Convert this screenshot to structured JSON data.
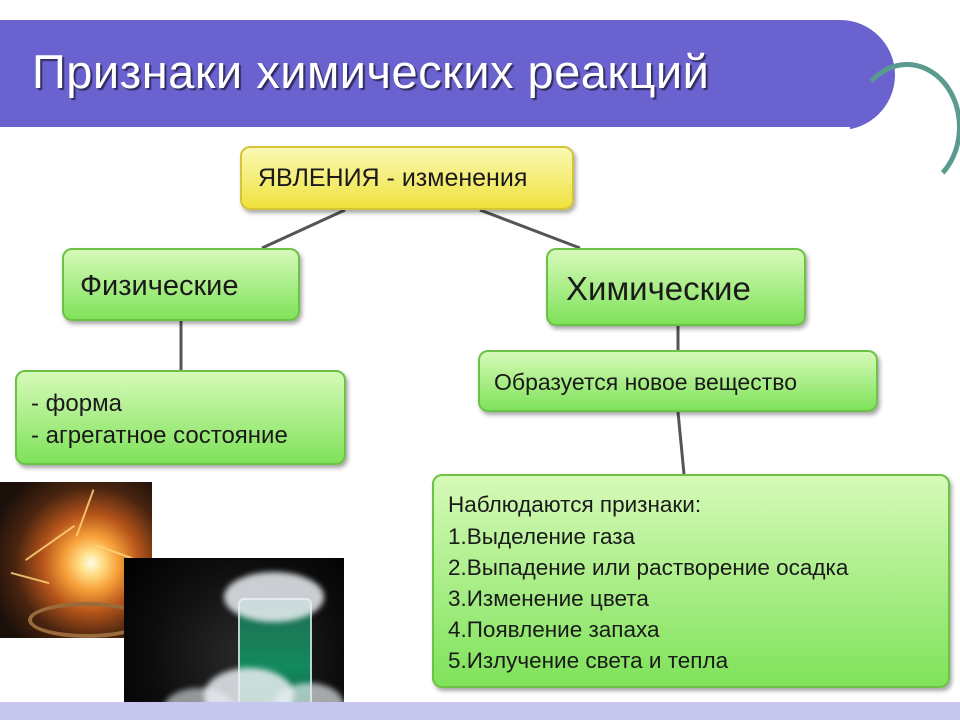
{
  "title": "Признаки химических реакций",
  "colors": {
    "title_banner": "#6a62cf",
    "yellow_box": "#efe23d",
    "green_box": "#7fe25a",
    "connector": "#555555"
  },
  "boxes": {
    "phenomena": "ЯВЛЕНИЯ - изменения",
    "physical": "Физические",
    "chemical": "Химические",
    "physical_signs": [
      "- форма",
      "- агрегатное состояние"
    ],
    "new_substance": "Образуется новое вещество",
    "signs": {
      "heading": "Наблюдаются признаки:",
      "items": [
        "1.Выделение газа",
        "2.Выпадение или растворение осадка",
        "3.Изменение цвета",
        "4.Появление запаха",
        "5.Излучение света и тепла"
      ]
    }
  },
  "images": [
    {
      "name": "fire-sparks-photo"
    },
    {
      "name": "smoking-beaker-photo"
    }
  ]
}
